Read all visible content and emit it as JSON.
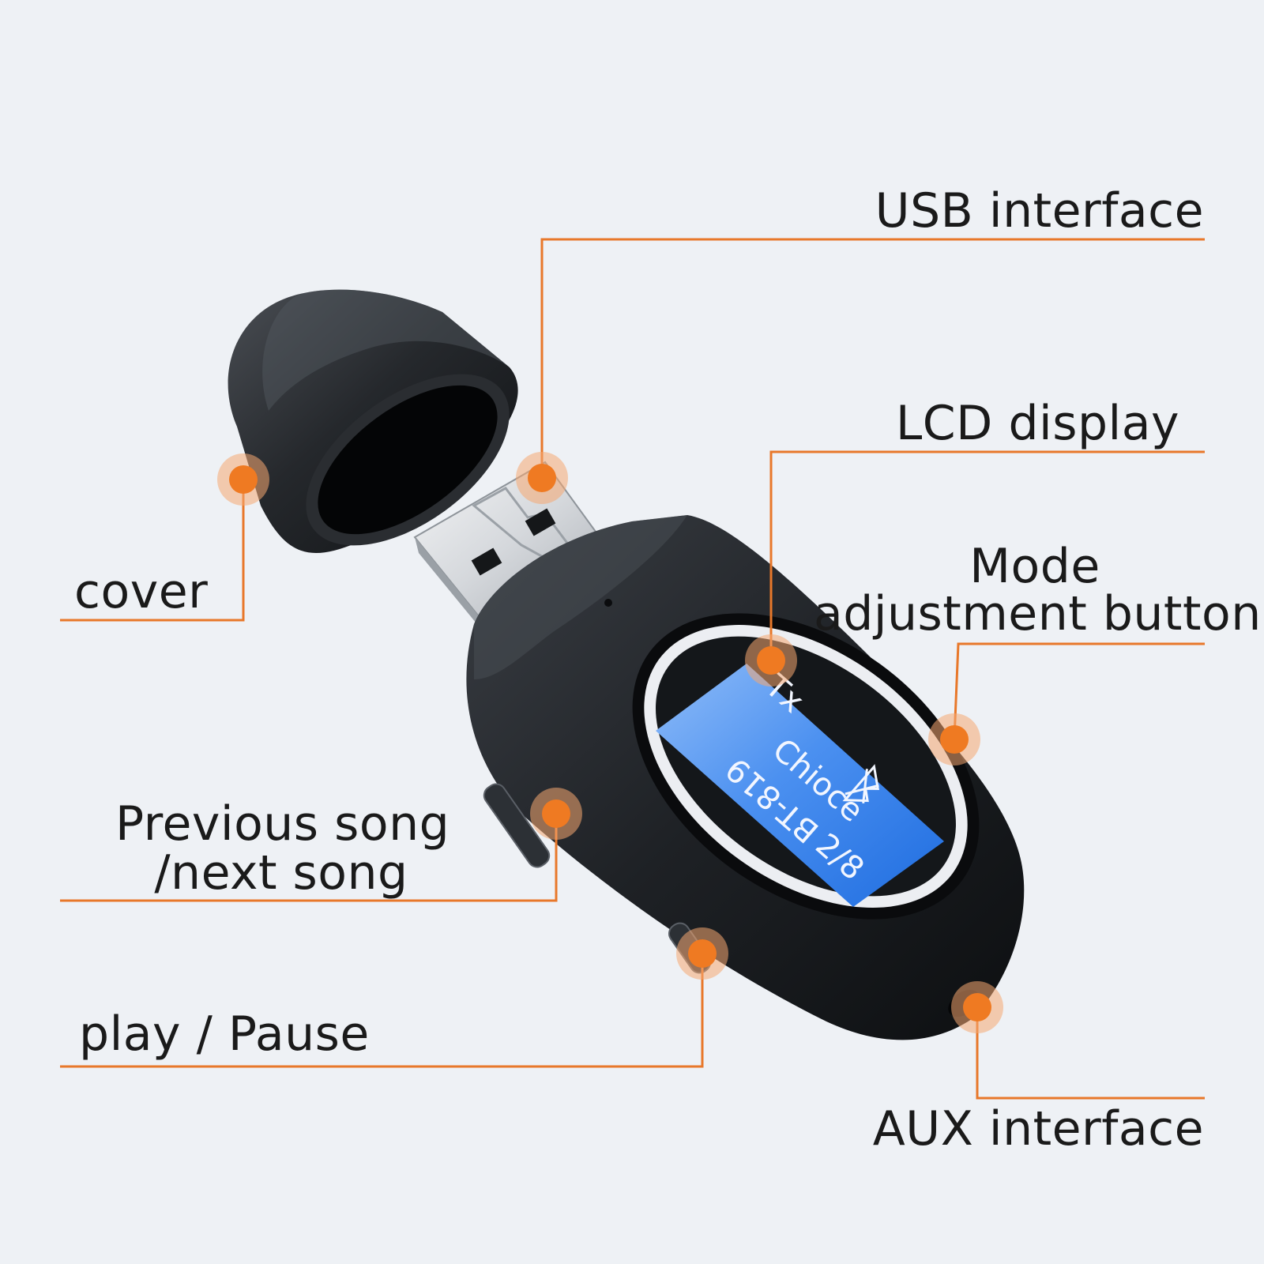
{
  "colors": {
    "background": "#eef1f5",
    "callout_line": "#e8782a",
    "callout_dot": "#ef7a22",
    "device_body": "#1f2226",
    "lcd_blue": "#3f8cf2"
  },
  "callouts": {
    "usb_interface": {
      "label": "USB interface"
    },
    "lcd_display": {
      "label": "LCD display"
    },
    "mode_button": {
      "label_line1": "Mode",
      "label_line2": "adjustment button"
    },
    "cover": {
      "label": "cover"
    },
    "prev_next": {
      "label_line1": "Previous song",
      "label_line2": "/next song"
    },
    "play_pause": {
      "label": "play / Pause"
    },
    "aux_interface": {
      "label": "AUX interface"
    }
  },
  "lcd": {
    "mode": "Tx",
    "status": "Chioce",
    "device_name": "BT-819",
    "page": "2/8",
    "icon": "bluetooth-icon"
  }
}
